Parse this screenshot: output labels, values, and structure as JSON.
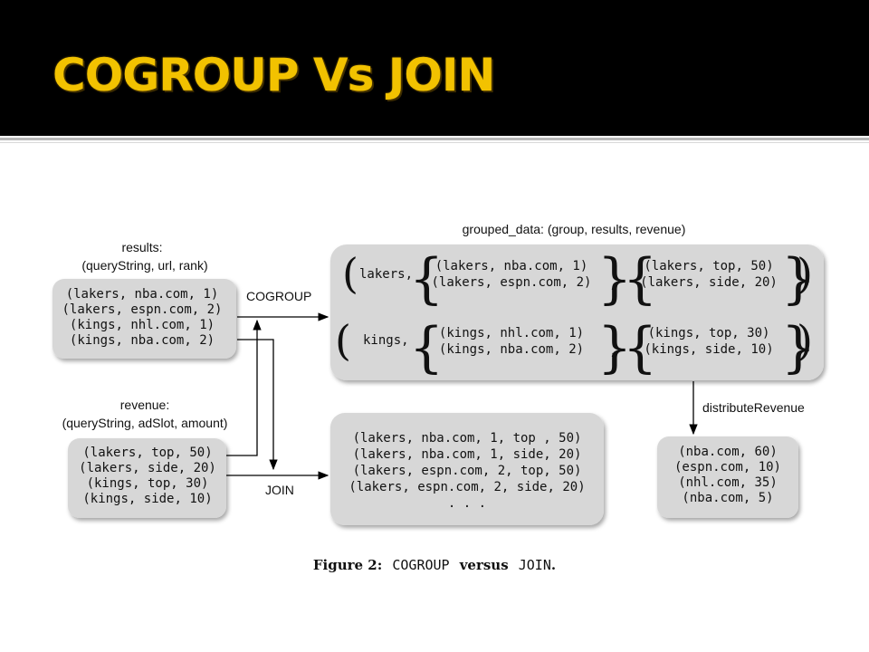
{
  "slide": {
    "title": "COGROUP Vs JOIN"
  },
  "results": {
    "header_line1": "results:",
    "header_line2": "(queryString, url, rank)",
    "rows": [
      "(lakers, nba.com, 1)",
      "(lakers, espn.com, 2)",
      "(kings, nhl.com, 1)",
      "(kings, nba.com, 2)"
    ]
  },
  "revenue": {
    "header_line1": "revenue:",
    "header_line2": "(queryString, adSlot, amount)",
    "rows": [
      "(lakers, top, 50)",
      "(lakers, side, 20)",
      "(kings, top, 30)",
      "(kings, side, 10)"
    ]
  },
  "grouped": {
    "header": "grouped_data: (group, results, revenue)",
    "groups": [
      {
        "key": "lakers,",
        "results": [
          "(lakers, nba.com, 1)",
          "(lakers, espn.com, 2)"
        ],
        "revenue": [
          "(lakers, top, 50)",
          "(lakers, side, 20)"
        ]
      },
      {
        "key": "kings,",
        "results": [
          "(kings, nhl.com, 1)",
          "(kings, nba.com, 2)"
        ],
        "revenue": [
          "(kings, top, 30)",
          "(kings, side, 10)"
        ]
      }
    ],
    "separator": ","
  },
  "joined": {
    "rows": [
      "(lakers, nba.com, 1, top , 50)",
      "(lakers, nba.com, 1, side, 20)",
      "(lakers, espn.com, 2, top, 50)",
      "(lakers, espn.com, 2, side, 20)",
      ". . ."
    ]
  },
  "distributed": {
    "rows": [
      "(nba.com, 60)",
      "(espn.com, 10)",
      "(nhl.com, 35)",
      "(nba.com, 5)"
    ]
  },
  "edges": {
    "cogroup": "COGROUP",
    "join": "JOIN",
    "distribute": "distributeRevenue"
  },
  "caption": {
    "prefix": "Figure 2:",
    "op1": "COGROUP",
    "mid": "versus",
    "op2": "JOIN",
    "suffix": "."
  },
  "colors": {
    "title": "#f2c200",
    "title_bar": "#000000",
    "box": "#d7d7d7"
  }
}
